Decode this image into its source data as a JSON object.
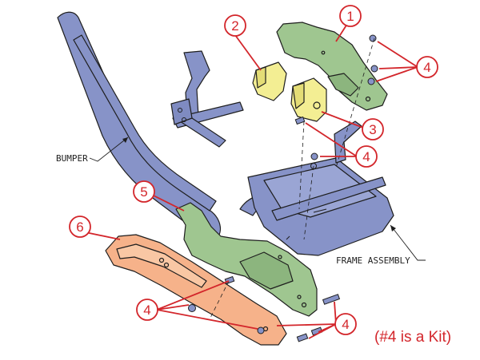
{
  "labels": {
    "bumper": "BUMPER",
    "frame_assembly": "FRAME ASSEMBLY",
    "kit_note": "(#4 is a Kit)"
  },
  "callouts": {
    "c1": "1",
    "c2": "2",
    "c3": "3",
    "c4": "4",
    "c5": "5",
    "c6": "6"
  },
  "colors": {
    "frame": "#8793c8",
    "bracket_green": "#9fc690",
    "bracket_yellow": "#f3ee93",
    "skid_orange": "#f6b28a",
    "callout_red": "#d3262b",
    "outline": "#1e1e1e"
  }
}
